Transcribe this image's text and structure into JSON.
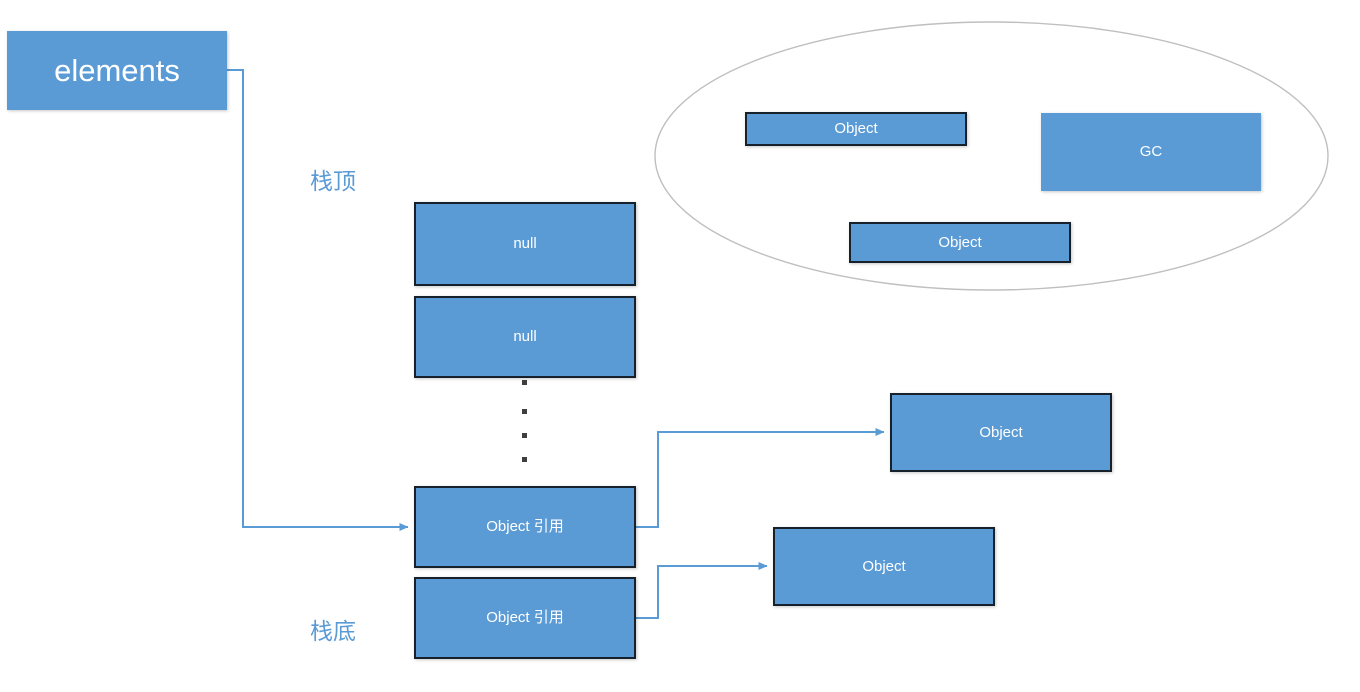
{
  "diagram": {
    "title_box": {
      "label": "elements"
    },
    "labels": {
      "stack_top": "栈顶",
      "stack_bottom": "栈底"
    },
    "stack_slots": [
      {
        "label": "null"
      },
      {
        "label": "null"
      },
      {
        "label": "Object 引用"
      },
      {
        "label": "Object 引用"
      }
    ],
    "ellipsis_dots": [
      "·",
      "·",
      "·",
      "·"
    ],
    "heap_region": {
      "objects": [
        {
          "label": "Object"
        },
        {
          "label": "GC"
        },
        {
          "label": "Object"
        }
      ]
    },
    "referenced_objects": [
      {
        "label": "Object"
      },
      {
        "label": "Object"
      }
    ],
    "colors": {
      "node_fill": "#5b9bd5",
      "node_border": "#16212c",
      "connector": "#5b9bd5",
      "label_text": "#5b9bd5",
      "ellipse_stroke": "#bfbfbf",
      "node_text": "#ffffff",
      "background": "#ffffff"
    }
  }
}
